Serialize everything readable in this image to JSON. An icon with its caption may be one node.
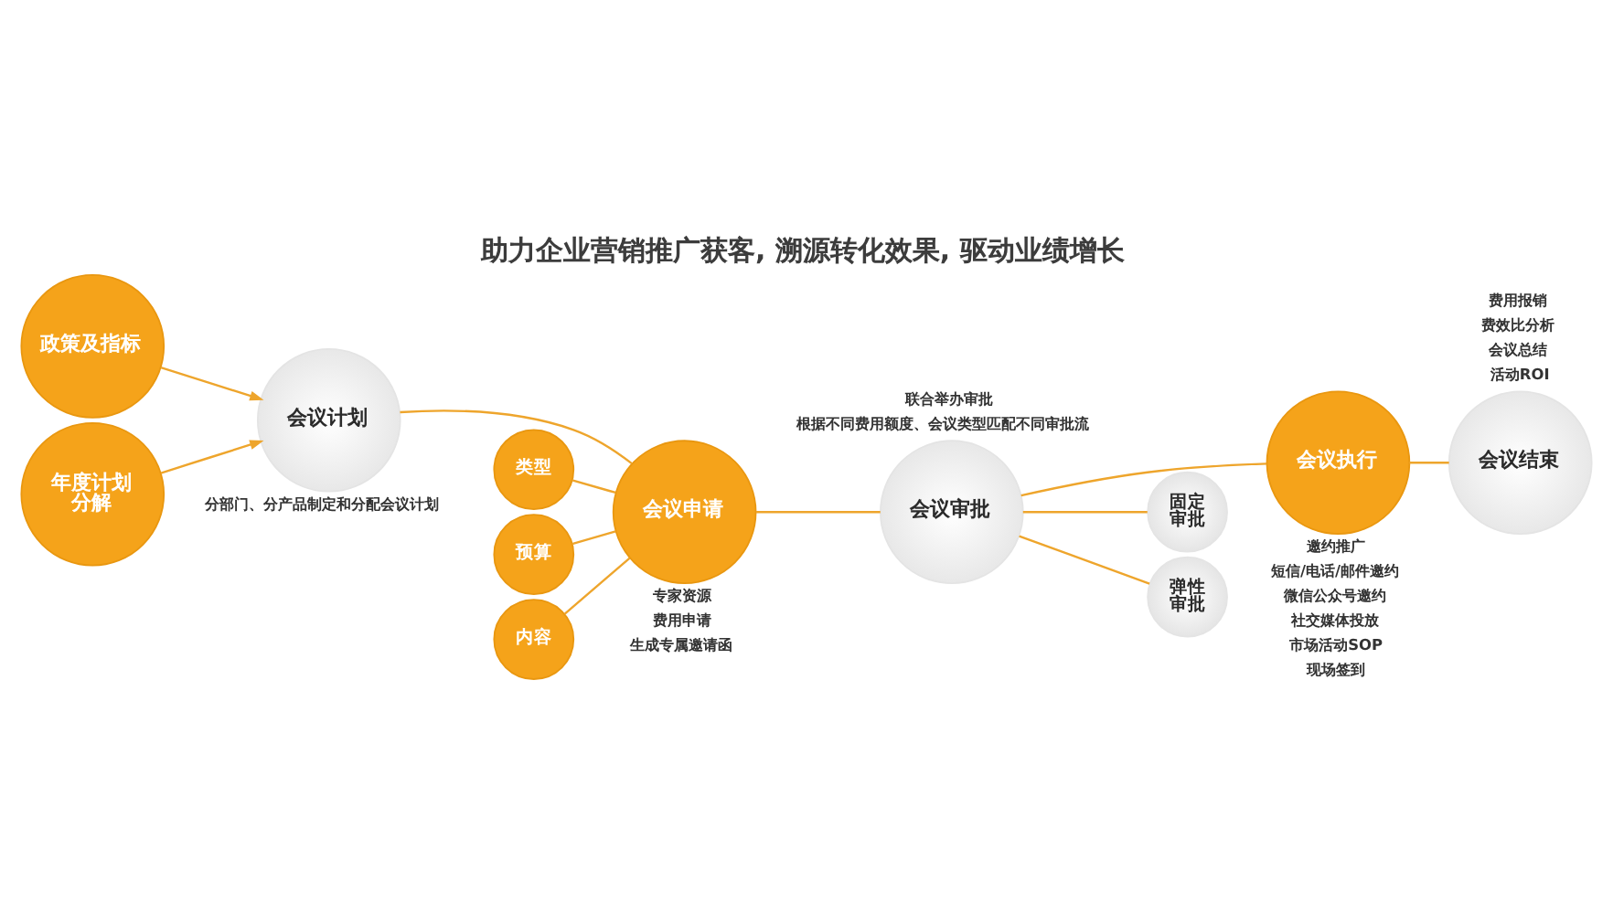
{
  "diagram": {
    "title": "助力企业营销推广获客, 溯源转化效果, 驱动业绩增长",
    "nodes": [
      {
        "text": [
          "政策及指标"
        ]
      },
      {
        "text": [
          "类型"
        ]
      },
      {
        "text": [
          "预算"
        ]
      },
      {
        "text": [
          "内容"
        ]
      },
      {
        "text": [
          "会议申请"
        ],
        "beside": [
          "专家资源",
          "费用申请",
          "生成专属邀请函"
        ]
      },
      {
        "text": [
          "会议执行"
        ],
        "beside": [
          "邀约推广",
          "短信/电话/邮件邀约",
          "微信公众号邀约",
          "社交媒体投放",
          "市场活动SOP",
          "现场签到"
        ]
      },
      {
        "text": [
          "年度计划分解"
        ]
      },
      {
        "text": [
          "会议计划"
        ],
        "beside": [
          "分部门、分产品制定和分配会议计划"
        ]
      },
      {
        "text": [
          "会议审批"
        ],
        "beside": [
          "联合举办审批",
          "根据不同费用额度、会议类型匹配不同审批流"
        ]
      },
      {
        "text": [
          "会议结束"
        ],
        "beside": [
          "费用报销",
          "费效比分析",
          "会议总结",
          "活动ROI"
        ]
      },
      {
        "text": [
          "固定审批"
        ]
      },
      {
        "text": [
          "弹性审批"
        ]
      }
    ],
    "edges": [
      {
        "from": 0,
        "to": 7,
        "arrow": "to"
      },
      {
        "from": 6,
        "to": 7,
        "arrow": "to"
      },
      {
        "from": 1,
        "to": 4,
        "arrow": "none"
      },
      {
        "from": 2,
        "to": 4,
        "arrow": "none"
      },
      {
        "from": 3,
        "to": 4,
        "arrow": "none"
      },
      {
        "from": 7,
        "to": 4,
        "arrow": "none"
      },
      {
        "from": 4,
        "to": 8,
        "arrow": "none"
      },
      {
        "from": 8,
        "to": 5,
        "arrow": "none"
      },
      {
        "from": 5,
        "to": 9,
        "arrow": "none"
      },
      {
        "from": 8,
        "to": 10,
        "arrow": "none"
      },
      {
        "from": 8,
        "to": 11,
        "arrow": "none"
      }
    ]
  }
}
